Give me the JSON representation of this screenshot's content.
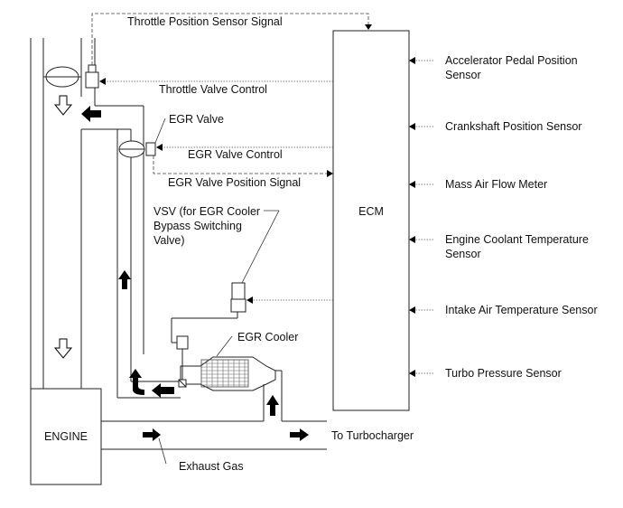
{
  "labels": {
    "throttle_signal": "Throttle Position Sensor Signal",
    "throttle_control": "Throttle Valve Control",
    "egr_valve": "EGR Valve",
    "egr_valve_control": "EGR Valve Control",
    "egr_position_signal": "EGR Valve Position Signal",
    "vsv_line1": "VSV (for EGR Cooler",
    "vsv_line2": "Bypass Switching",
    "vsv_line3": "Valve)",
    "egr_cooler": "EGR Cooler",
    "ecm": "ECM",
    "engine": "ENGINE",
    "to_turbocharger": "To Turbocharger",
    "exhaust_gas": "Exhaust Gas"
  },
  "sensors": [
    [
      "Accelerator Pedal Position",
      "Sensor"
    ],
    [
      "Crankshaft Position Sensor"
    ],
    [
      "Mass Air Flow Meter"
    ],
    [
      "Engine Coolant Temperature",
      "Sensor"
    ],
    [
      "Intake Air Temperature Sensor"
    ],
    [
      "Turbo Pressure Sensor"
    ]
  ]
}
